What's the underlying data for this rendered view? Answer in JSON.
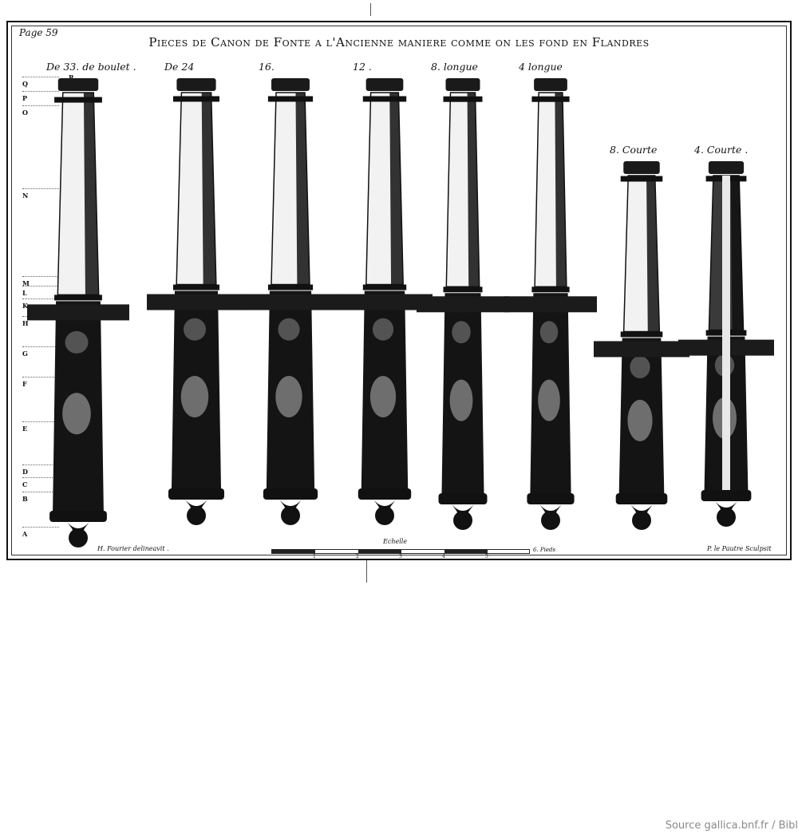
{
  "plate": {
    "page_number": "Page 59",
    "title": "Pieces de Canon de Fonte a l'Ancienne maniere comme on les fond en Flandres"
  },
  "cannons": [
    {
      "label": "De 33. de boulet .",
      "kind": "longue"
    },
    {
      "label": "De 24",
      "kind": "longue"
    },
    {
      "label": "16.",
      "kind": "longue"
    },
    {
      "label": "12 .",
      "kind": "longue"
    },
    {
      "label": "8. longue",
      "kind": "longue"
    },
    {
      "label": "4 longue",
      "kind": "longue"
    },
    {
      "label": "8. Courte",
      "kind": "courte"
    },
    {
      "label": "4. Courte .",
      "kind": "coupe"
    }
  ],
  "section_letters": [
    "R",
    "Q",
    "P",
    "O",
    "N",
    "M",
    "L",
    "K",
    "H",
    "G",
    "F",
    "E",
    "D",
    "C",
    "B",
    "A"
  ],
  "credits": {
    "left": "H. Fourier delineavit .",
    "right": "P. le Pautre Sculpsit"
  },
  "scale": {
    "label": "Echelle",
    "unit": "6. Pieds",
    "numbers": [
      "1",
      "2",
      "3",
      "4",
      "5"
    ]
  },
  "footer": {
    "source": "Source gallica.bnf.fr / Bibl"
  }
}
